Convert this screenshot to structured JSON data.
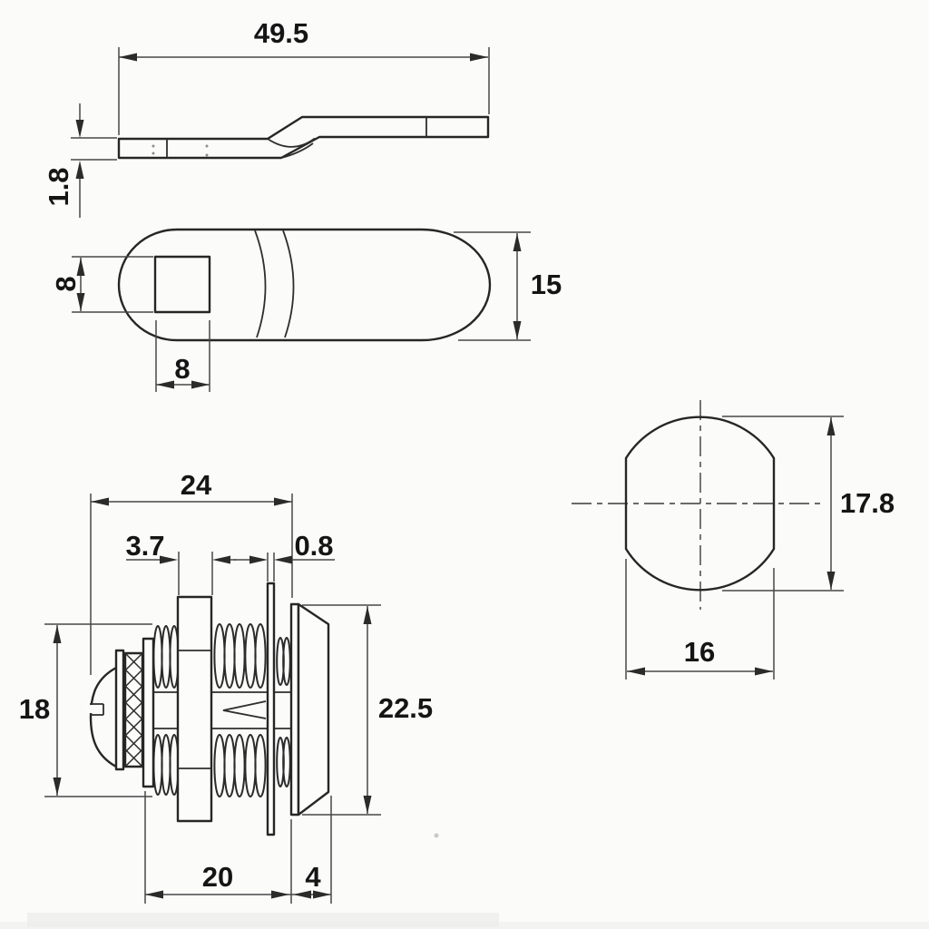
{
  "colors": {
    "ink": "#262626",
    "dimension_line": "#474747",
    "background": "#fbfbfa"
  },
  "dimensions": {
    "cam_length": "49.5",
    "cam_thickness": "1.8",
    "hole_height": "8",
    "hole_width": "8",
    "cam_width": "15",
    "body_length": "24",
    "nut_thickness": "3.7",
    "washer_thickness": "0.8",
    "thread_diameter": "18",
    "flange_diameter": "22.5",
    "thread_length": "20",
    "flange_depth": "4",
    "face_height": "17.8",
    "face_width": "16"
  }
}
